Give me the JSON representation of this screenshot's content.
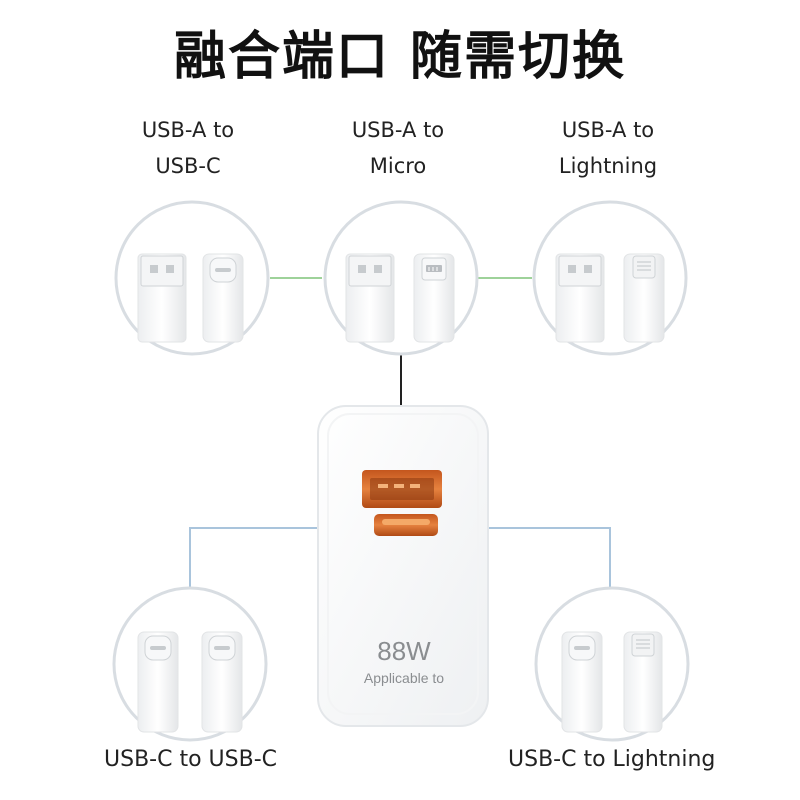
{
  "title": "融合端口 随需切换",
  "top_options": [
    {
      "line1": "USB-A to",
      "line2": "USB-C"
    },
    {
      "line1": "USB-A to",
      "line2": "Micro"
    },
    {
      "line1": "USB-A to",
      "line2": "Lightning"
    }
  ],
  "bottom_options": [
    {
      "label": "USB-C to USB-C"
    },
    {
      "label": "USB-C to Lightning"
    }
  ],
  "charger": {
    "wattage": "88W",
    "subtitle": "Applicable to",
    "port_color": "#e0763a"
  },
  "colors": {
    "connector_line_green": "#9ed29a",
    "connector_line_blue": "#a9c4dc",
    "circle_border": "#d8dde2"
  }
}
